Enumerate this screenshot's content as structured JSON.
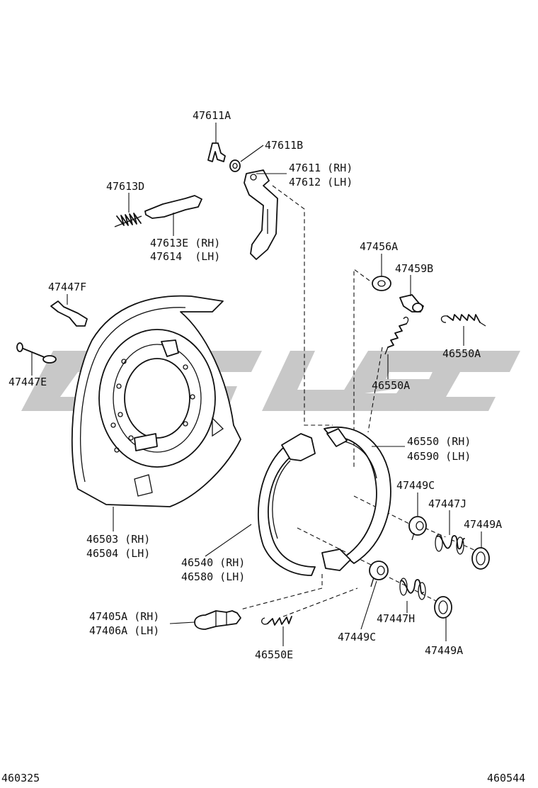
{
  "labels": {
    "p47611A": "47611A",
    "p47611B": "47611B",
    "p47611_rh": "47611 (RH)",
    "p47612_lh": "47612 (LH)",
    "p47613D": "47613D",
    "p47613E_rh": "47613E (RH)",
    "p47614_lh": "47614  (LH)",
    "p47447F": "47447F",
    "p47447E": "47447E",
    "p47456A": "47456A",
    "p47459B": "47459B",
    "p46550A_1": "46550A",
    "p46550A_2": "46550A",
    "p46550_rh": "46550 (RH)",
    "p46590_lh": "46590 (LH)",
    "p47449C_1": "47449C",
    "p47447J": "47447J",
    "p47449A_1": "47449A",
    "p46503_rh": "46503 (RH)",
    "p46504_lh": "46504 (LH)",
    "p46540_rh": "46540 (RH)",
    "p46580_lh": "46580 (LH)",
    "p47405A_rh": "47405A (RH)",
    "p47406A_lh": "47406A (LH)",
    "p46550E": "46550E",
    "p47449C_2": "47449C",
    "p47447H": "47447H",
    "p47449A_2": "47449A"
  },
  "footer": {
    "left_code": "460325",
    "right_code": "460544"
  },
  "watermark": {
    "color": "#c8c8c8"
  }
}
